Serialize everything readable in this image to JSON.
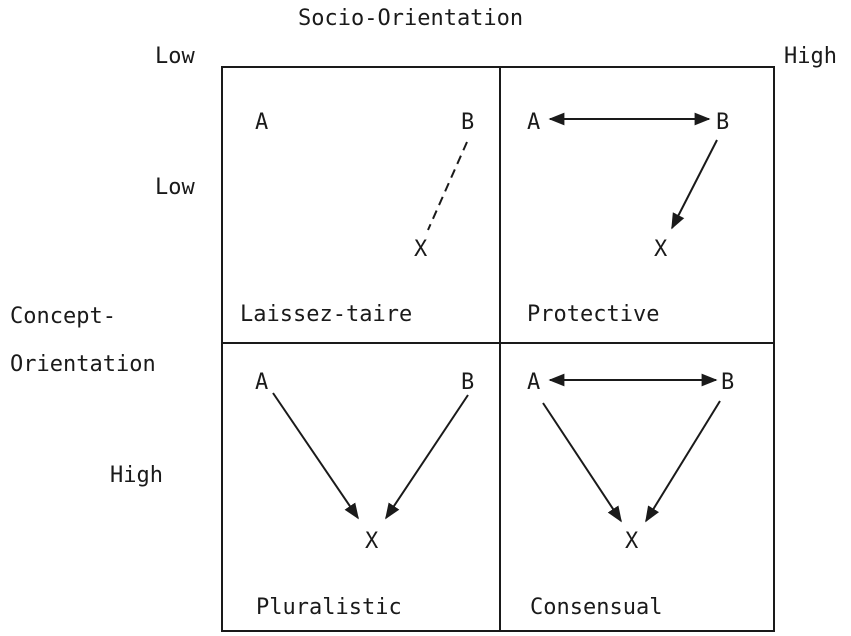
{
  "axes": {
    "top_title": "Socio-Orientation",
    "top_low": "Low",
    "top_high": "High",
    "left_title_line1": "Concept-",
    "left_title_line2": "Orientation",
    "left_low": "Low",
    "left_high": "High"
  },
  "quadrants": [
    {
      "name": "Laissez-taire",
      "nodes": {
        "a": "A",
        "b": "B",
        "x": "X"
      },
      "relations": [
        {
          "from": "B",
          "to": "X",
          "style": "dashed",
          "arrow": "none"
        }
      ]
    },
    {
      "name": "Protective",
      "nodes": {
        "a": "A",
        "b": "B",
        "x": "X"
      },
      "relations": [
        {
          "from": "A",
          "to": "B",
          "style": "solid",
          "arrow": "both"
        },
        {
          "from": "B",
          "to": "X",
          "style": "solid",
          "arrow": "end"
        }
      ]
    },
    {
      "name": "Pluralistic",
      "nodes": {
        "a": "A",
        "b": "B",
        "x": "X"
      },
      "relations": [
        {
          "from": "A",
          "to": "X",
          "style": "solid",
          "arrow": "end"
        },
        {
          "from": "B",
          "to": "X",
          "style": "solid",
          "arrow": "end"
        }
      ]
    },
    {
      "name": "Consensual",
      "nodes": {
        "a": "A",
        "b": "B",
        "x": "X"
      },
      "relations": [
        {
          "from": "A",
          "to": "B",
          "style": "solid",
          "arrow": "both"
        },
        {
          "from": "A",
          "to": "X",
          "style": "solid",
          "arrow": "end"
        },
        {
          "from": "B",
          "to": "X",
          "style": "solid",
          "arrow": "end"
        }
      ]
    }
  ]
}
